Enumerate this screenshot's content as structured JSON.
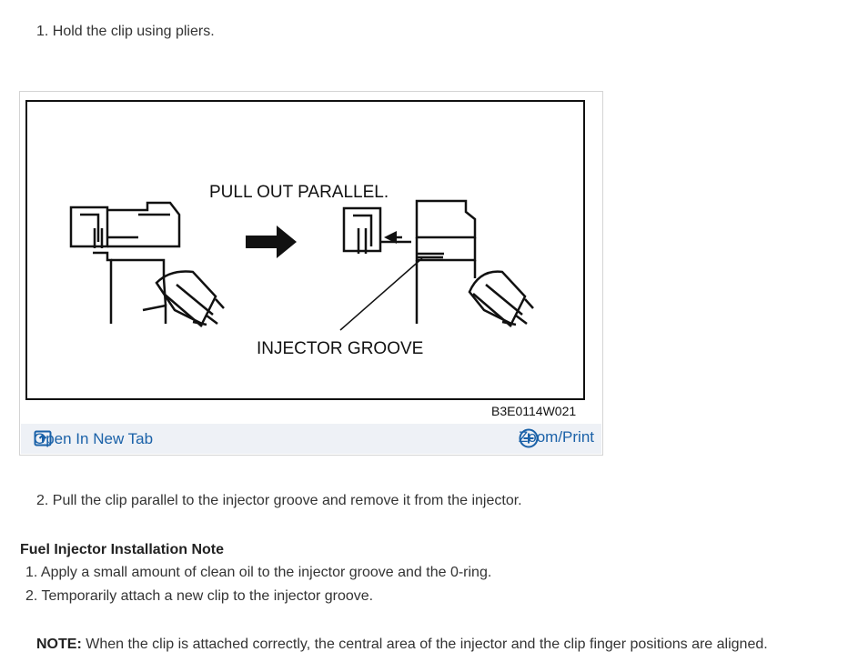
{
  "steps_removal": {
    "step1": "1. Hold the clip using pliers.",
    "step2": "2. Pull the clip parallel to the injector groove and remove it from the injector."
  },
  "figure": {
    "label_pull": "PULL OUT PARALLEL.",
    "label_groove": "INJECTOR GROOVE",
    "code": "B3E0114W021",
    "open_tab_label": "Open In New Tab",
    "zoom_label": "Zoom/Print",
    "link_color": "#1a61a8"
  },
  "installation": {
    "heading": "Fuel Injector Installation Note",
    "items": [
      "1. Apply a small amount of clean oil to the injector groove and the 0-ring.",
      "2. Temporarily attach a new clip to the injector groove."
    ]
  },
  "note": {
    "label": "NOTE:",
    "text": " When the clip is attached correctly, the central area of the injector and the clip finger positions are aligned."
  }
}
